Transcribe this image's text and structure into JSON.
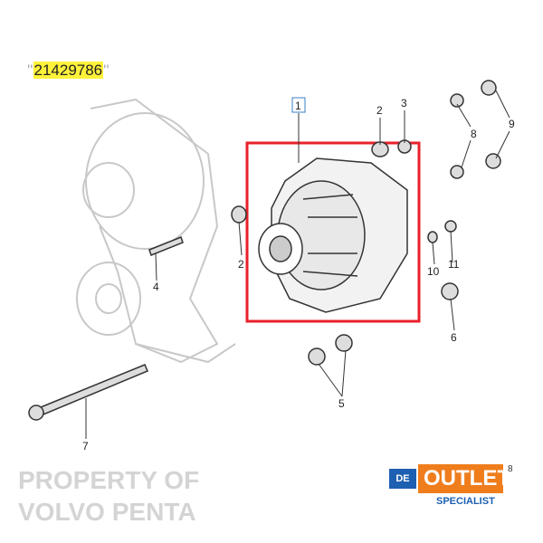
{
  "part_number": "21429786",
  "quote_mark": "''",
  "callouts": [
    "1",
    "2",
    "3",
    "8",
    "9",
    "2",
    "4",
    "10",
    "11",
    "6",
    "5",
    "7"
  ],
  "watermark": [
    "PROPERTY OF",
    "VOLVO PENTA"
  ],
  "highlight_color": "#e8202a",
  "logo": {
    "de": "DE",
    "outlet": "OUTLET",
    "superscript": "8",
    "specialist": "SPECIALIST"
  }
}
